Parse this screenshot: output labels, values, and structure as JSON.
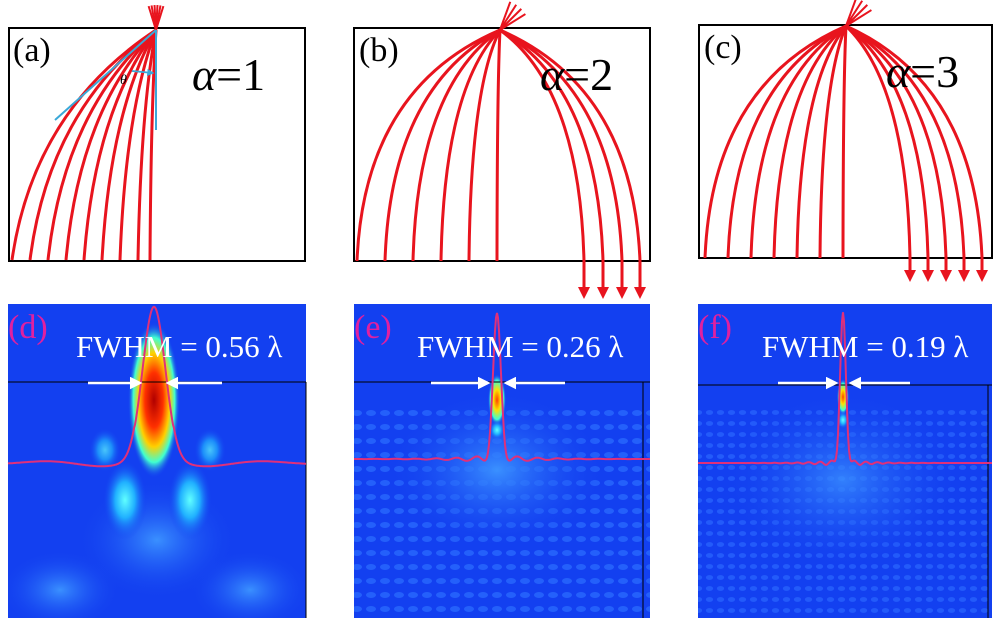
{
  "panels": [
    {
      "label": "(a)",
      "alpha_symbol": "α",
      "alpha_eq": "=1"
    },
    {
      "label": "(b)",
      "alpha_symbol": "α",
      "alpha_eq": "=2"
    },
    {
      "label": "(c)",
      "alpha_symbol": "α",
      "alpha_eq": "=3"
    }
  ],
  "fields": [
    {
      "label": "(d)",
      "fwhm": "FWHM = 0.56 λ",
      "alpha": 1
    },
    {
      "label": "(e)",
      "fwhm": "FWHM = 0.26 λ",
      "alpha": 2
    },
    {
      "label": "(f)",
      "fwhm": "FWHM = 0.19 λ",
      "alpha": 3
    }
  ],
  "annotation_symbol": "θ",
  "colors": {
    "ray": "#e8141e",
    "field_bg": "#1340f0",
    "profile": "#e0307a",
    "marker": "#3aa8d8",
    "label_magenta": "#e020a0",
    "arrow": "#ffffff"
  }
}
